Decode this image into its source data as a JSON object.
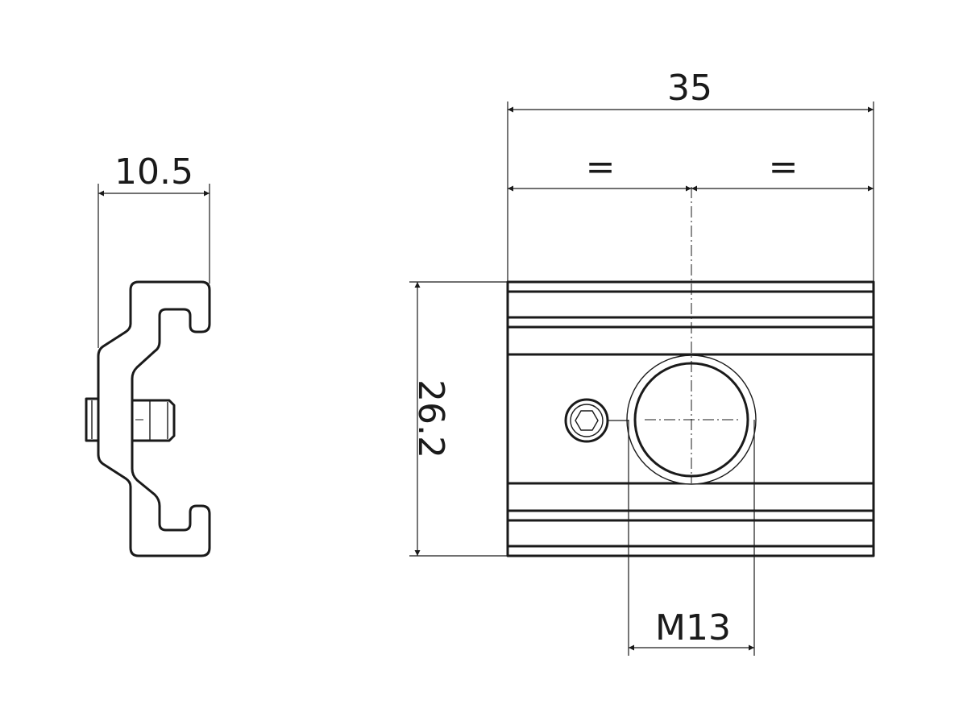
{
  "side_view": {
    "width_dimension": "10.5"
  },
  "front_view": {
    "overall_width_dimension": "35",
    "left_half_label": "=",
    "right_half_label": "=",
    "height_dimension": "26.2",
    "thread_dimension": "M13"
  },
  "colors": {
    "line": "#1a1a1a",
    "background": "#ffffff"
  }
}
